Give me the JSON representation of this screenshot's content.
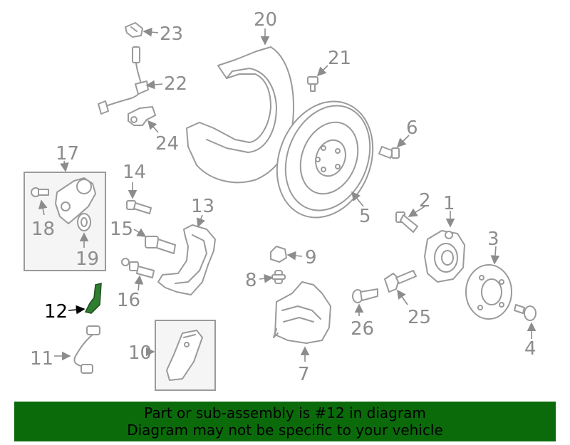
{
  "callouts": {
    "c1": "1",
    "c2": "2",
    "c3": "3",
    "c4": "4",
    "c5": "5",
    "c6": "6",
    "c7": "7",
    "c8": "8",
    "c9": "9",
    "c10": "10",
    "c11": "11",
    "c12": "12",
    "c13": "13",
    "c14": "14",
    "c15": "15",
    "c16": "16",
    "c17": "17",
    "c18": "18",
    "c19": "19",
    "c20": "20",
    "c21": "21",
    "c22": "22",
    "c23": "23",
    "c24": "24",
    "c25": "25",
    "c26": "26"
  },
  "highlighted_part": "12",
  "colors": {
    "highlight": "#2f7d2f",
    "banner": "#0b6b0b",
    "line": "#9a9a9a"
  },
  "banner": {
    "line1": "Part or sub-assembly is #12 in diagram",
    "line2": "Diagram may not be specific to your vehicle"
  }
}
